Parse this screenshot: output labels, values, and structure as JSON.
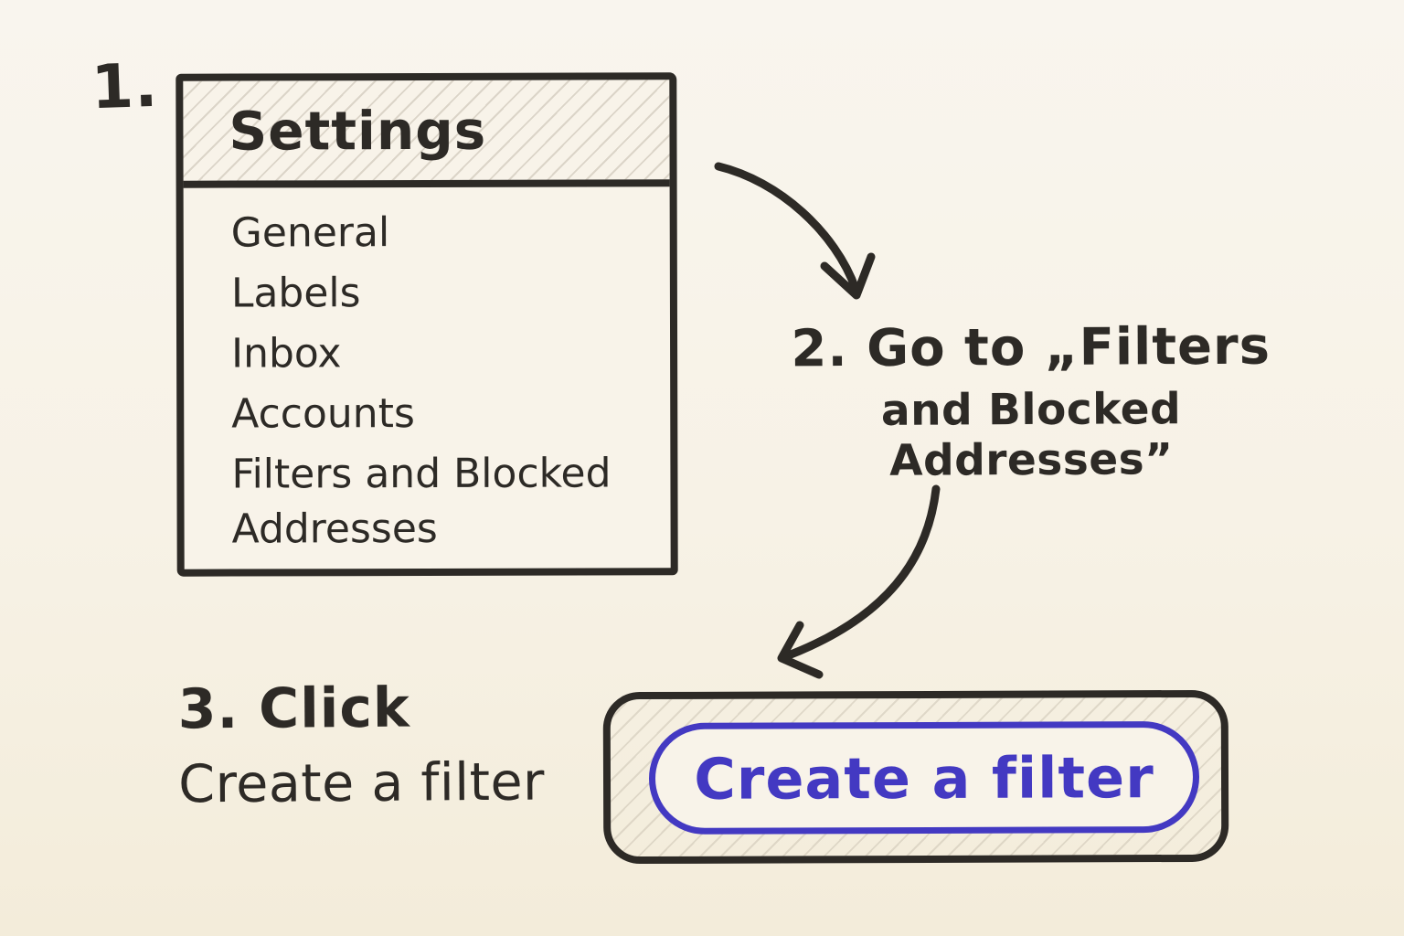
{
  "step1": {
    "number": "1.",
    "panel_title": "Settings",
    "menu_items": [
      "General",
      "Labels",
      "Inbox",
      "Accounts",
      "Filters and Blocked Addresses"
    ]
  },
  "step2": {
    "line1": "2. Go to „Filters",
    "line2": "and Blocked Addresses”"
  },
  "step3": {
    "line1": "3. Click",
    "line2": "Create a filter",
    "button_label": "Create a filter"
  },
  "icons": {
    "arrow_step1_to_step2": "curved-arrow-down-right",
    "arrow_step2_to_step3": "curved-arrow-down-left"
  },
  "colors": {
    "paper": "#f8f3e9",
    "ink": "#2d2a26",
    "accent_blue": "#4339c2"
  }
}
